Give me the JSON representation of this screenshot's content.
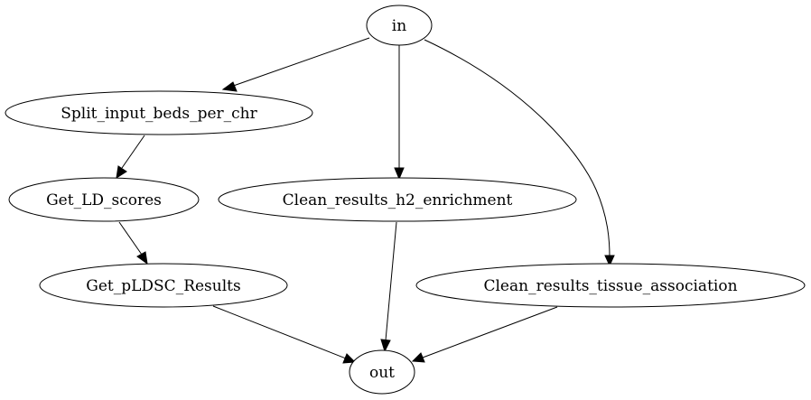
{
  "graph": {
    "nodes": {
      "in": "in",
      "split": "Split_input_beds_per_chr",
      "ld": "Get_LD_scores",
      "h2": "Clean_results_h2_enrichment",
      "pldsc": "Get_pLDSC_Results",
      "tissue": "Clean_results_tissue_association",
      "out": "out"
    },
    "edges": [
      {
        "from": "in",
        "to": "Split_input_beds_per_chr"
      },
      {
        "from": "in",
        "to": "Clean_results_h2_enrichment"
      },
      {
        "from": "in",
        "to": "Clean_results_tissue_association"
      },
      {
        "from": "Split_input_beds_per_chr",
        "to": "Get_LD_scores"
      },
      {
        "from": "Get_LD_scores",
        "to": "Get_pLDSC_Results"
      },
      {
        "from": "Get_pLDSC_Results",
        "to": "out"
      },
      {
        "from": "Clean_results_h2_enrichment",
        "to": "out"
      },
      {
        "from": "Clean_results_tissue_association",
        "to": "out"
      }
    ]
  }
}
